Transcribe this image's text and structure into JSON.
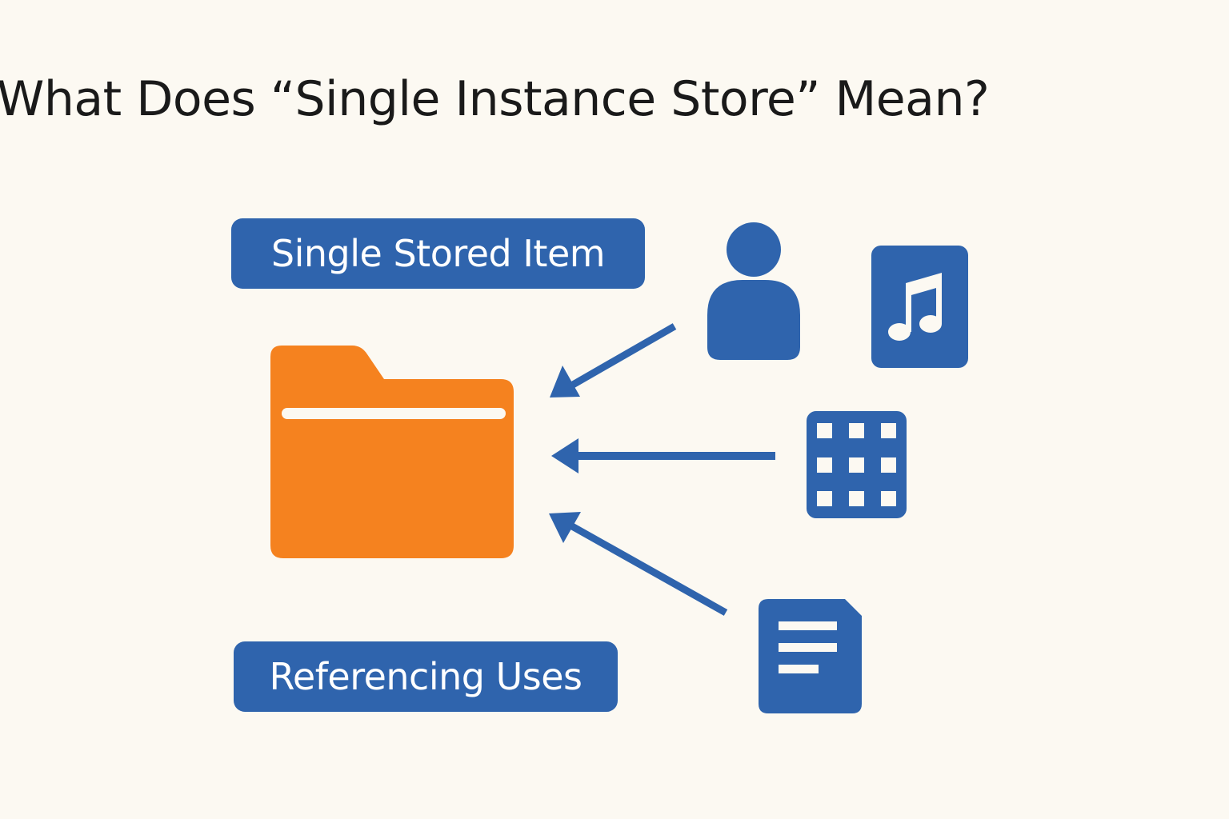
{
  "title": "What Does “Single Instance Store” Mean?",
  "labels": {
    "single_stored_item": "Single Stored Item",
    "referencing_uses": "Referencing Uses"
  },
  "icons": {
    "stored_item": "folder-icon",
    "references": [
      "user-icon",
      "music-file-icon",
      "grid-icon",
      "document-icon"
    ]
  },
  "colors": {
    "background": "#fcf9f2",
    "accent_blue": "#2f64ad",
    "folder_orange": "#f5821f",
    "title_text": "#1a1a1a"
  }
}
